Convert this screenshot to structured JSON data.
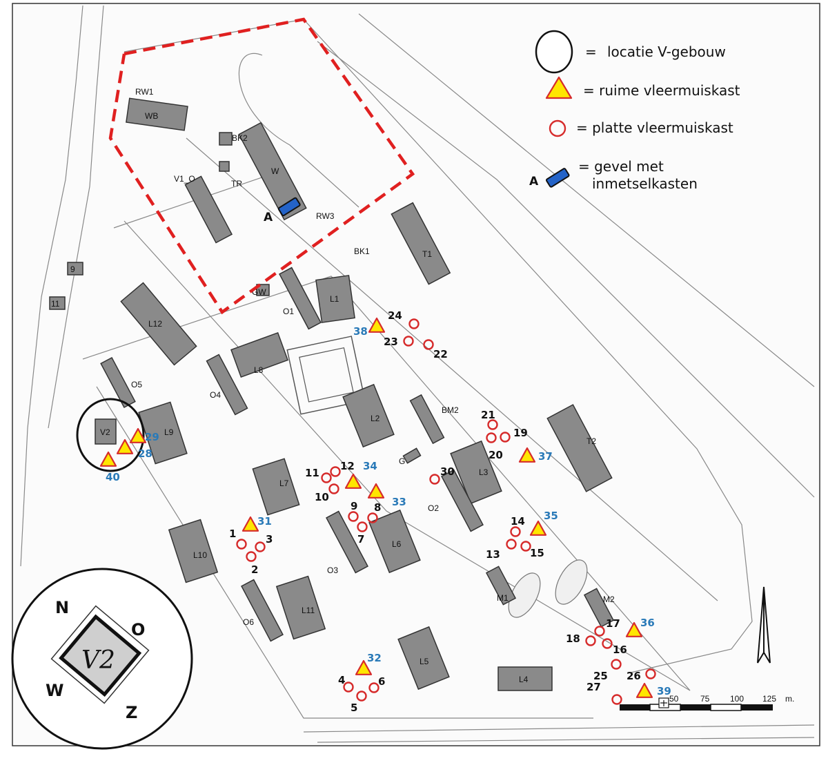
{
  "legend": {
    "v_gebouw": "locatie V-gebouw",
    "ruime": "= ruime vleermuiskast",
    "platte": "= platte vleermuiskast",
    "gevel_line1": "= gevel met",
    "gevel_line2": "inmetselkasten",
    "eq": "=",
    "a_label": "A"
  },
  "buildings": {
    "WB": "WB",
    "RW1": "RW1",
    "BK2": "BK2",
    "TR": "TR",
    "W": "W",
    "RW3": "RW3",
    "BK1": "BK1",
    "V1_O": "V1_O",
    "GW": "GW",
    "O1": "O1",
    "L1": "L1",
    "T1": "T1",
    "L12": "L12",
    "L8": "L8",
    "O5": "O5",
    "O4": "O4",
    "L2": "L2",
    "BM2": "BM2",
    "T2": "T2",
    "V2": "V2",
    "L9": "L9",
    "L7": "L7",
    "G": "G",
    "L3": "L3",
    "O2": "O2",
    "L6": "L6",
    "O3": "O3",
    "L10": "L10",
    "L11": "L11",
    "O6": "O6",
    "M1": "M1",
    "M2": "M2",
    "L5": "L5",
    "L4": "L4",
    "n9": "9",
    "n11": "11"
  },
  "a_marker": "A",
  "platte_numbers": [
    "1",
    "2",
    "3",
    "4",
    "5",
    "6",
    "7",
    "8",
    "9",
    "10",
    "11",
    "12",
    "13",
    "14",
    "15",
    "16",
    "17",
    "18",
    "19",
    "20",
    "21",
    "22",
    "23",
    "24",
    "25",
    "26",
    "27",
    "30"
  ],
  "ruime_numbers": [
    "28",
    "29",
    "31",
    "32",
    "33",
    "34",
    "35",
    "36",
    "37",
    "38",
    "39",
    "40"
  ],
  "scale": {
    "labels": [
      "50",
      "75",
      "100",
      "125"
    ],
    "unit": "m."
  },
  "inset": {
    "building": "V2",
    "N": "N",
    "O": "O",
    "W": "W",
    "Z": "Z"
  }
}
